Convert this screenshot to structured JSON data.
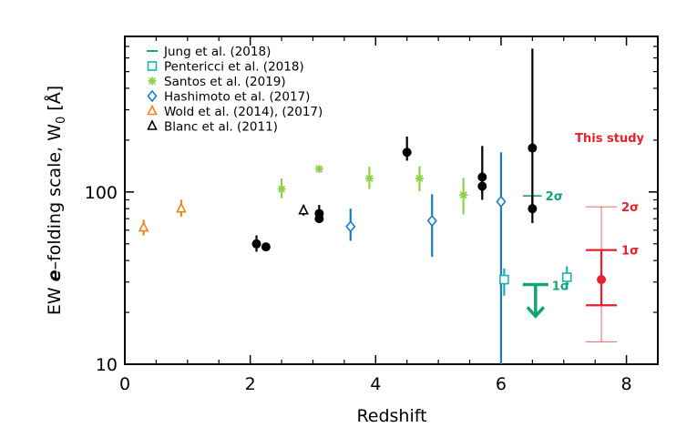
{
  "chart_data": {
    "type": "scatter",
    "xlabel": "Redshift",
    "ylabel_parts": [
      "EW ",
      "e",
      "–folding scale, W",
      "0",
      " [Å]"
    ],
    "xlim": [
      0,
      8.5
    ],
    "ylim": [
      10,
      800
    ],
    "yscale": "log",
    "x_ticks": [
      0,
      2,
      4,
      6,
      8
    ],
    "x_tick_labels": [
      "0",
      "2",
      "4",
      "6",
      "8"
    ],
    "y_ticks": [
      10,
      100
    ],
    "y_tick_labels": [
      "10",
      "100"
    ],
    "legend_position": "top-left",
    "legend": [
      {
        "label": "Jung et al. (2018)",
        "marker": "dash",
        "color": "#14a376"
      },
      {
        "label": "Pentericci et al. (2018)",
        "marker": "square",
        "color": "#1ab1b5"
      },
      {
        "label": "Santos et al. (2019)",
        "marker": "asterisk",
        "color": "#8fd24a"
      },
      {
        "label": "Hashimoto et al. (2017)",
        "marker": "diamond",
        "color": "#1a7cc4"
      },
      {
        "label": "Wold et al. (2014), (2017)",
        "marker": "triangle",
        "color": "#f0821e"
      },
      {
        "label": "Blanc et al. (2011)",
        "marker": "triangle",
        "color": "#000000"
      }
    ],
    "series": [
      {
        "name": "Blanc et al. (2011)",
        "marker": "triangle",
        "color": "#000000",
        "points": [
          {
            "x": 2.85,
            "y": 78,
            "ylo": 73,
            "yhi": 84
          }
        ]
      },
      {
        "name": "Wold et al. (2014), (2017)",
        "marker": "triangle",
        "color": "#f0821e",
        "points": [
          {
            "x": 0.3,
            "y": 62,
            "ylo": 56,
            "yhi": 69
          },
          {
            "x": 0.9,
            "y": 80,
            "ylo": 72,
            "yhi": 90
          }
        ]
      },
      {
        "name": "Hashimoto et al. (2017)",
        "marker": "diamond",
        "color": "#1a7cc4",
        "points": [
          {
            "x": 3.6,
            "y": 63,
            "ylo": 52,
            "yhi": 80
          },
          {
            "x": 4.9,
            "y": 68,
            "ylo": 42,
            "yhi": 97
          },
          {
            "x": 6.0,
            "y": 88,
            "ylo": 10,
            "yhi": 170
          }
        ]
      },
      {
        "name": "Santos et al. (2019)",
        "marker": "asterisk",
        "color": "#8fd24a",
        "points": [
          {
            "x": 2.5,
            "y": 104,
            "ylo": 92,
            "yhi": 120
          },
          {
            "x": 3.1,
            "y": 136,
            "ylo": 130,
            "yhi": 142
          },
          {
            "x": 3.9,
            "y": 120,
            "ylo": 104,
            "yhi": 140
          },
          {
            "x": 4.7,
            "y": 120,
            "ylo": 101,
            "yhi": 141
          },
          {
            "x": 5.4,
            "y": 96,
            "ylo": 74,
            "yhi": 121
          }
        ]
      },
      {
        "name": "Pentericci et al. (2018)",
        "marker": "square",
        "color": "#1ab1b5",
        "points": [
          {
            "x": 6.05,
            "y": 31,
            "ylo": 25,
            "yhi": 36
          },
          {
            "x": 7.05,
            "y": 32,
            "ylo": 27,
            "yhi": 37
          }
        ]
      },
      {
        "name": "Jung et al. (2018)",
        "marker": "dash",
        "color": "#14a376",
        "points": [
          {
            "x": 6.5,
            "y": 95,
            "xlo": 6.35,
            "xhi": 6.65
          }
        ]
      },
      {
        "name": "",
        "marker": "circle",
        "color": "#000000",
        "points": [
          {
            "x": 2.1,
            "y": 50,
            "ylo": 45,
            "yhi": 56
          },
          {
            "x": 2.25,
            "y": 48
          },
          {
            "x": 3.1,
            "y": 75,
            "ylo": 70,
            "yhi": 84
          },
          {
            "x": 3.1,
            "y": 70,
            "ylo": 66,
            "yhi": 75
          },
          {
            "x": 4.5,
            "y": 170,
            "ylo": 152,
            "yhi": 210
          },
          {
            "x": 5.7,
            "y": 122,
            "ylo": 98,
            "yhi": 185
          },
          {
            "x": 5.7,
            "y": 108,
            "ylo": 90,
            "yhi": 130
          },
          {
            "x": 6.5,
            "y": 180,
            "ylo": 80,
            "yhi": 680
          },
          {
            "x": 6.5,
            "y": 80,
            "ylo": 66,
            "yhi": 95
          }
        ]
      }
    ],
    "upper_limit": {
      "x": 6.55,
      "y": 29,
      "to": 19,
      "label": "1σ",
      "color": "#14a376"
    },
    "jung_2sigma_label": "2σ",
    "this_study": {
      "label": "This study",
      "color": "#e8202a",
      "x": 7.6,
      "y": 31,
      "one_sigma": [
        22,
        46
      ],
      "two_sigma": [
        13.5,
        82
      ],
      "one_sigma_label": "1σ",
      "two_sigma_label": "2σ"
    }
  }
}
